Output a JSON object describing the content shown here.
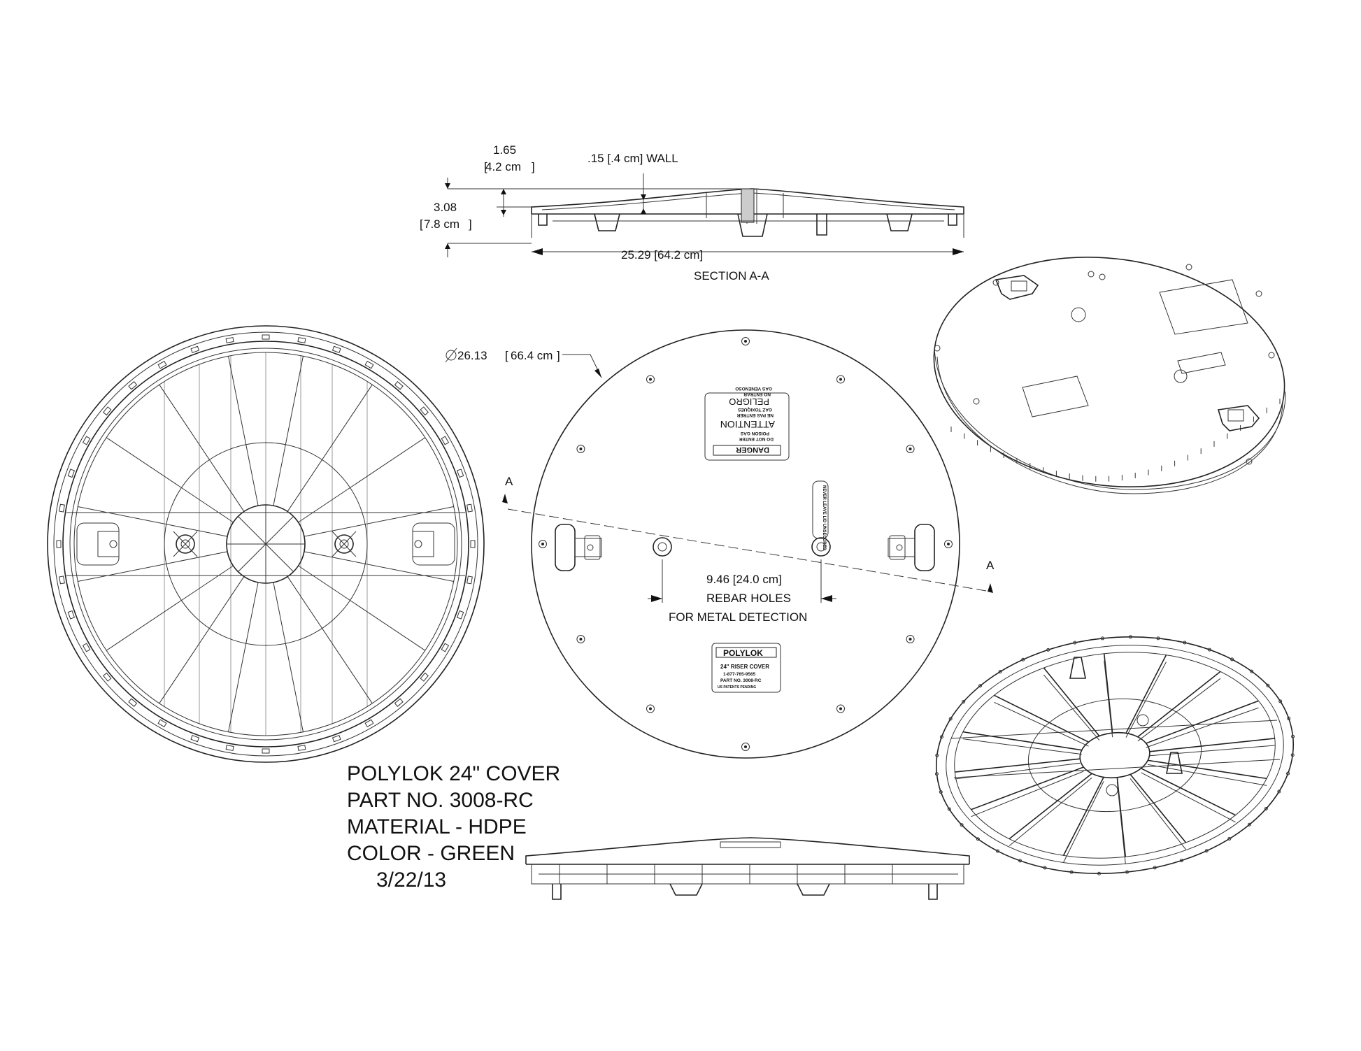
{
  "section": {
    "depth_value": "1.65",
    "depth_metric": "4.2 cm",
    "wall": ".15  [.4 cm] WALL",
    "height_value": "3.08",
    "height_metric": "7.8 cm",
    "width": "25.29 [64.2 cm]",
    "title": "SECTION  A-A"
  },
  "plan": {
    "diameter_value": "26.13",
    "diameter_metric": "66.4 cm",
    "section_label_left": "A",
    "section_label_right": "A",
    "rebar_dim": "9.46 [24.0 cm]",
    "rebar_label_1": "REBAR HOLES",
    "rebar_label_2": "FOR METAL DETECTION"
  },
  "labels": {
    "danger": "DANGER",
    "danger_lines": [
      "DO NOT ENTER",
      "POISON GAS",
      "ATTENTION",
      "NE PAS ENTRER",
      "GAZ TOXIQUES",
      "PELIGRO",
      "NO ENTRAR",
      "GAS VENENOSO"
    ],
    "brand": "POLYLOK",
    "brand_lines": [
      "24\" RISER COVER",
      "1-877-765-9565",
      "PART NO. 3008-RC",
      "US PATENTS PENDING"
    ],
    "warning_strip": "NEVER LEAVE LID UNSECURED"
  },
  "title_block": {
    "line1": "POLYLOK 24\" COVER",
    "line2": "PART NO. 3008-RC",
    "line3": "MATERIAL - HDPE",
    "line4": "COLOR - GREEN",
    "date": "3/22/13"
  }
}
